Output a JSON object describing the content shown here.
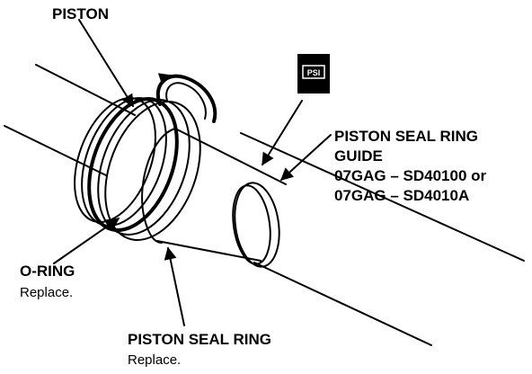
{
  "labels": {
    "piston": "PISTON",
    "o_ring": "O-RING",
    "o_ring_note": "Replace.",
    "seal_ring": "PISTON SEAL RING",
    "seal_ring_note": "Replace.",
    "guide_line1": "PISTON SEAL RING",
    "guide_line2": "GUIDE",
    "guide_line3": "07GAG – SD40100 or",
    "guide_line4": "07GAG – SD4010A",
    "badge_text": "PSI"
  },
  "colors": {
    "ink": "#000000",
    "paper": "#ffffff"
  },
  "icons": {
    "tool_badge": "special-tool-icon",
    "rotation": "curved-arrow-icon"
  }
}
